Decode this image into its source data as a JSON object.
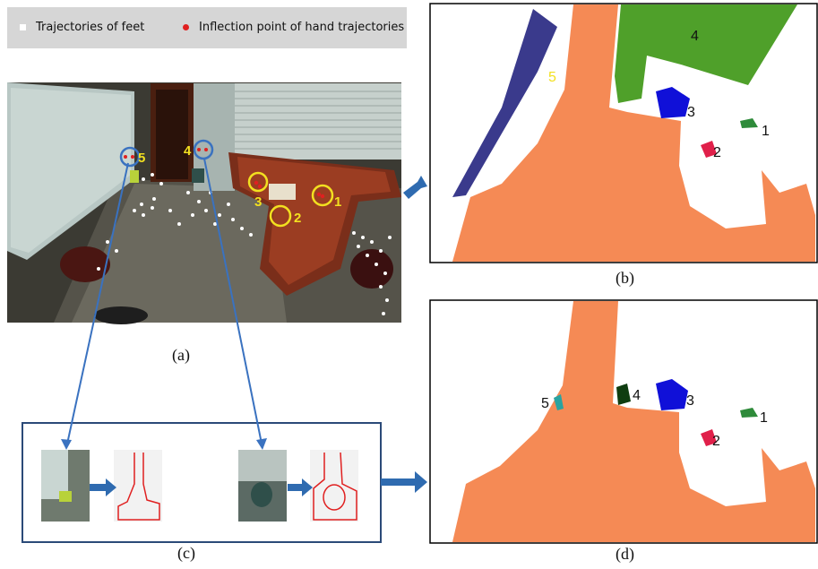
{
  "legend": {
    "feet_label": "Trajectories of feet",
    "hand_label": "Inflection point of hand trajectories",
    "feet_color": "#ffffff",
    "hand_color": "#e02020"
  },
  "panels": {
    "a": {
      "caption": "(a)",
      "markers": [
        "1",
        "2",
        "3",
        "4",
        "5"
      ]
    },
    "b": {
      "caption": "(b)",
      "labels": [
        "1",
        "2",
        "3",
        "4",
        "5"
      ]
    },
    "c": {
      "caption": "(c)"
    },
    "d": {
      "caption": "(d)",
      "labels": [
        "1",
        "2",
        "3",
        "4",
        "5"
      ]
    }
  },
  "colors": {
    "floor": "#f58a55",
    "object1": "#2e8b3a",
    "object2": "#e0204a",
    "object3": "#1010d8",
    "object4_b": "#4fa02a",
    "object4_d": "#0f3d10",
    "object5_b": "#3a3a8c",
    "object5_d": "#2aa3a0",
    "marker": "#f2e020",
    "arrow": "#2f6bb0"
  }
}
